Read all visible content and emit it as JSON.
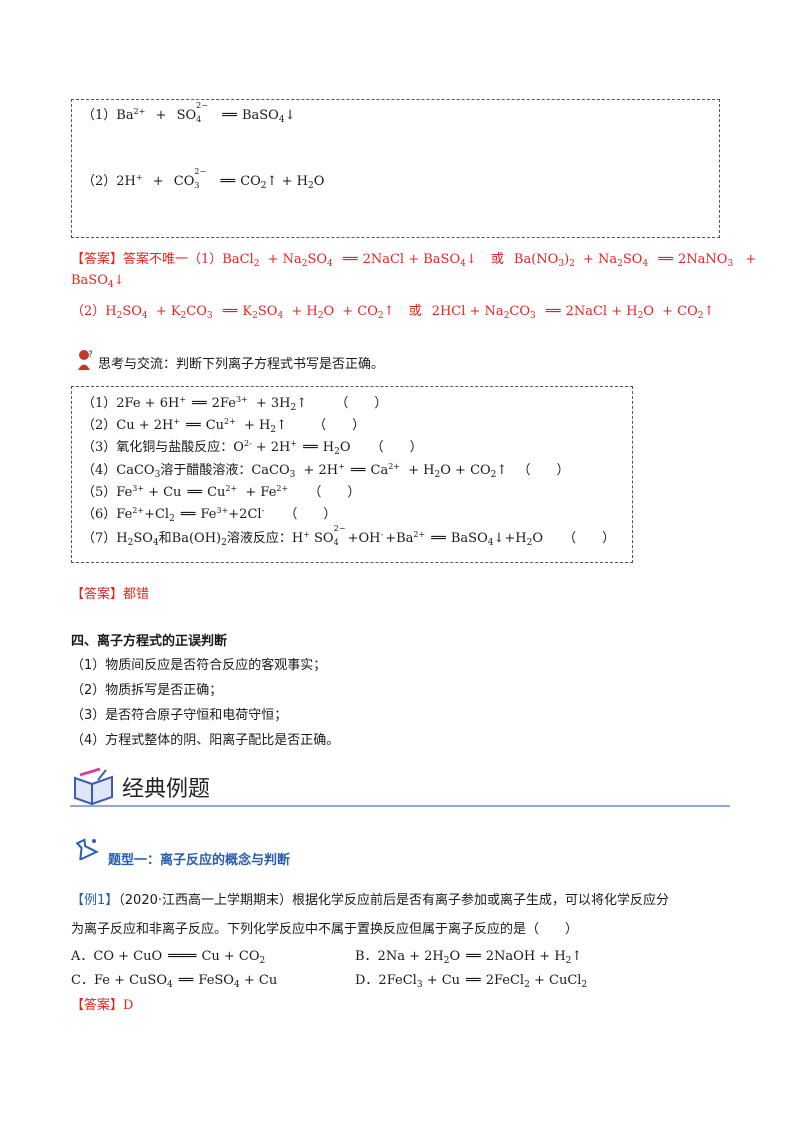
{
  "box1": {
    "line1": {
      "num": "（1）",
      "pre": "Ba",
      "pre_sup": "2+",
      "plus": "+",
      "ion_base": "SO",
      "ion_idx": "4",
      "ion_ch": "2−",
      "eq": "══",
      "post": "BaSO",
      "post_sub": "4",
      "arrow": "↓"
    },
    "line2": {
      "num": "（2）",
      "pre": "2H",
      "pre_sup": "+",
      "plus": "+",
      "ion_base": "CO",
      "ion_idx": "3",
      "ion_ch": "2−",
      "eq": "══",
      "post": "CO",
      "post_sub": "2",
      "arrow": "↑",
      "rest": "+ H",
      "rest_sub": "2",
      "rest_end": "O"
    }
  },
  "answer1": {
    "tag": "【答案】",
    "intro": "答案不唯一（1）BaCl",
    "part1": "+ Na",
    "part1b": "SO",
    "eq": "══",
    "part2": "2NaCl + BaSO",
    "or1": "或",
    "part3": "Ba(NO",
    "part3b": ")",
    "part4": "+ Na",
    "part4b": "SO",
    "part5": "2NaNO",
    "tail": "+",
    "line2_start": "BaSO",
    "line3_num": "（2）H",
    "l3a": "SO",
    "l3b": "+ K",
    "l3c": "CO",
    "l3d": "K",
    "l3e": "SO",
    "l3f": "+ H",
    "l3g": "O",
    "l3h": "+ CO",
    "or2": "或",
    "l3i": "2HCl + Na",
    "l3j": "CO",
    "l3k": "2NaCl + H",
    "l3l": "O",
    "l3m": "+ CO"
  },
  "think": {
    "label": "思考与交流：判断下列离子方程式书写是否正确。"
  },
  "box2": {
    "l1": "（1）2Fe + 6H",
    "l1b": "2Fe",
    "l1c": "+ 3H",
    "l2": "（2）Cu + 2H",
    "l2b": "Cu",
    "l2c": "+ H",
    "l3": "（3）氧化铜与盐酸反应：O",
    "l3b": "+ 2H",
    "l3c": "H",
    "l3d": "O",
    "l4": "（4）CaCO",
    "l4b": "溶于醋酸溶液：CaCO",
    "l4c": "+ 2H",
    "l4d": "Ca",
    "l4e": "+ H",
    "l4f": "O + CO",
    "l5": "（5）Fe",
    "l5b": "+ Cu",
    "l5c": "Cu",
    "l5d": "+ Fe",
    "l6": "（6）Fe",
    "l6b": "+Cl",
    "l6c": "Fe",
    "l6d": "+2Cl",
    "l7": "（7）H",
    "l7b": "SO",
    "l7c": "和Ba(OH)",
    "l7d": "溶液反应：H",
    "l7e": "+OH",
    "l7f": "+Ba",
    "l7g": "BaSO",
    "l7h": "+H",
    "l7i": "O",
    "paren": "（　　）"
  },
  "answer2": {
    "tag": "【答案】",
    "text": "都错"
  },
  "section4": {
    "title": "四、离子方程式的正误判断",
    "items": [
      "（1）物质间反应是否符合反应的客观事实；",
      "（2）物质拆写是否正确；",
      "（3）是否符合原子守恒和电荷守恒；",
      "（4）方程式整体的阴、阳离子配比是否正确。"
    ]
  },
  "classic": {
    "title": "经典例题"
  },
  "type1": {
    "title": "题型一：离子反应的概念与判断"
  },
  "example1": {
    "tag": "【例1】",
    "src": "（2020·江西高一上学期期末）",
    "text1": "根据化学反应前后是否有离子参加或离子生成，可以将化学反应分",
    "text2": "为离子反应和非离子反应。下列化学反应中不属于置换反应但属于离子反应的是（　　）",
    "optA": "A．CO + CuO",
    "optA2": "Cu + CO",
    "optB": "B．2Na + 2H",
    "optB2": "O",
    "optB3": "2NaOH + H",
    "optC": "C．Fe + CuSO",
    "optC2": "FeSO",
    "optC3": "+ Cu",
    "optD": "D．2FeCl",
    "optD2": "+ Cu",
    "optD3": "2FeCl",
    "optD4": "+ CuCl",
    "ans_tag": "【答案】",
    "ans": "D"
  },
  "colors": {
    "answer": "#e8231f",
    "title_blue": "#2a5db0",
    "rule": "#8ea9d8"
  },
  "icons": [
    "thinking-person-icon",
    "book-icon",
    "flask-icon"
  ]
}
